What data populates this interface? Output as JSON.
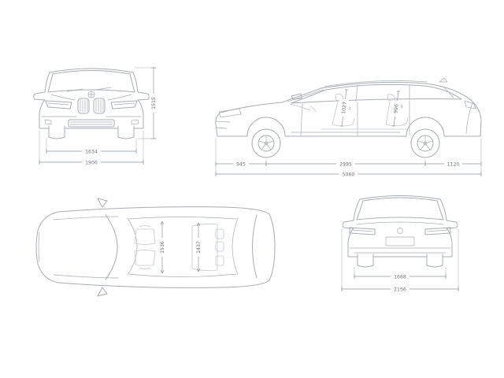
{
  "page": {
    "background": "#ffffff"
  },
  "colors": {
    "car_line": "#a7adb6",
    "interior_line": "#c4c9cf",
    "dim_line": "#9097a0",
    "dim_text": "#6d737c"
  },
  "views": {
    "front": {
      "name": "front-view",
      "dim_track": "1634",
      "dim_width": "1900",
      "dim_height": "1515"
    },
    "side": {
      "name": "side-view",
      "dim_front_overhang": "945",
      "dim_wheelbase": "2995",
      "dim_rear_overhang": "1120",
      "dim_length": "5060",
      "dim_front_headroom": "1027",
      "dim_rear_headroom": "996"
    },
    "top": {
      "name": "top-view",
      "dim_front_shoulder": "1536",
      "dim_rear_shoulder": "1437"
    },
    "rear": {
      "name": "rear-view",
      "dim_track": "1668",
      "dim_width_mirrors": "2156"
    }
  }
}
